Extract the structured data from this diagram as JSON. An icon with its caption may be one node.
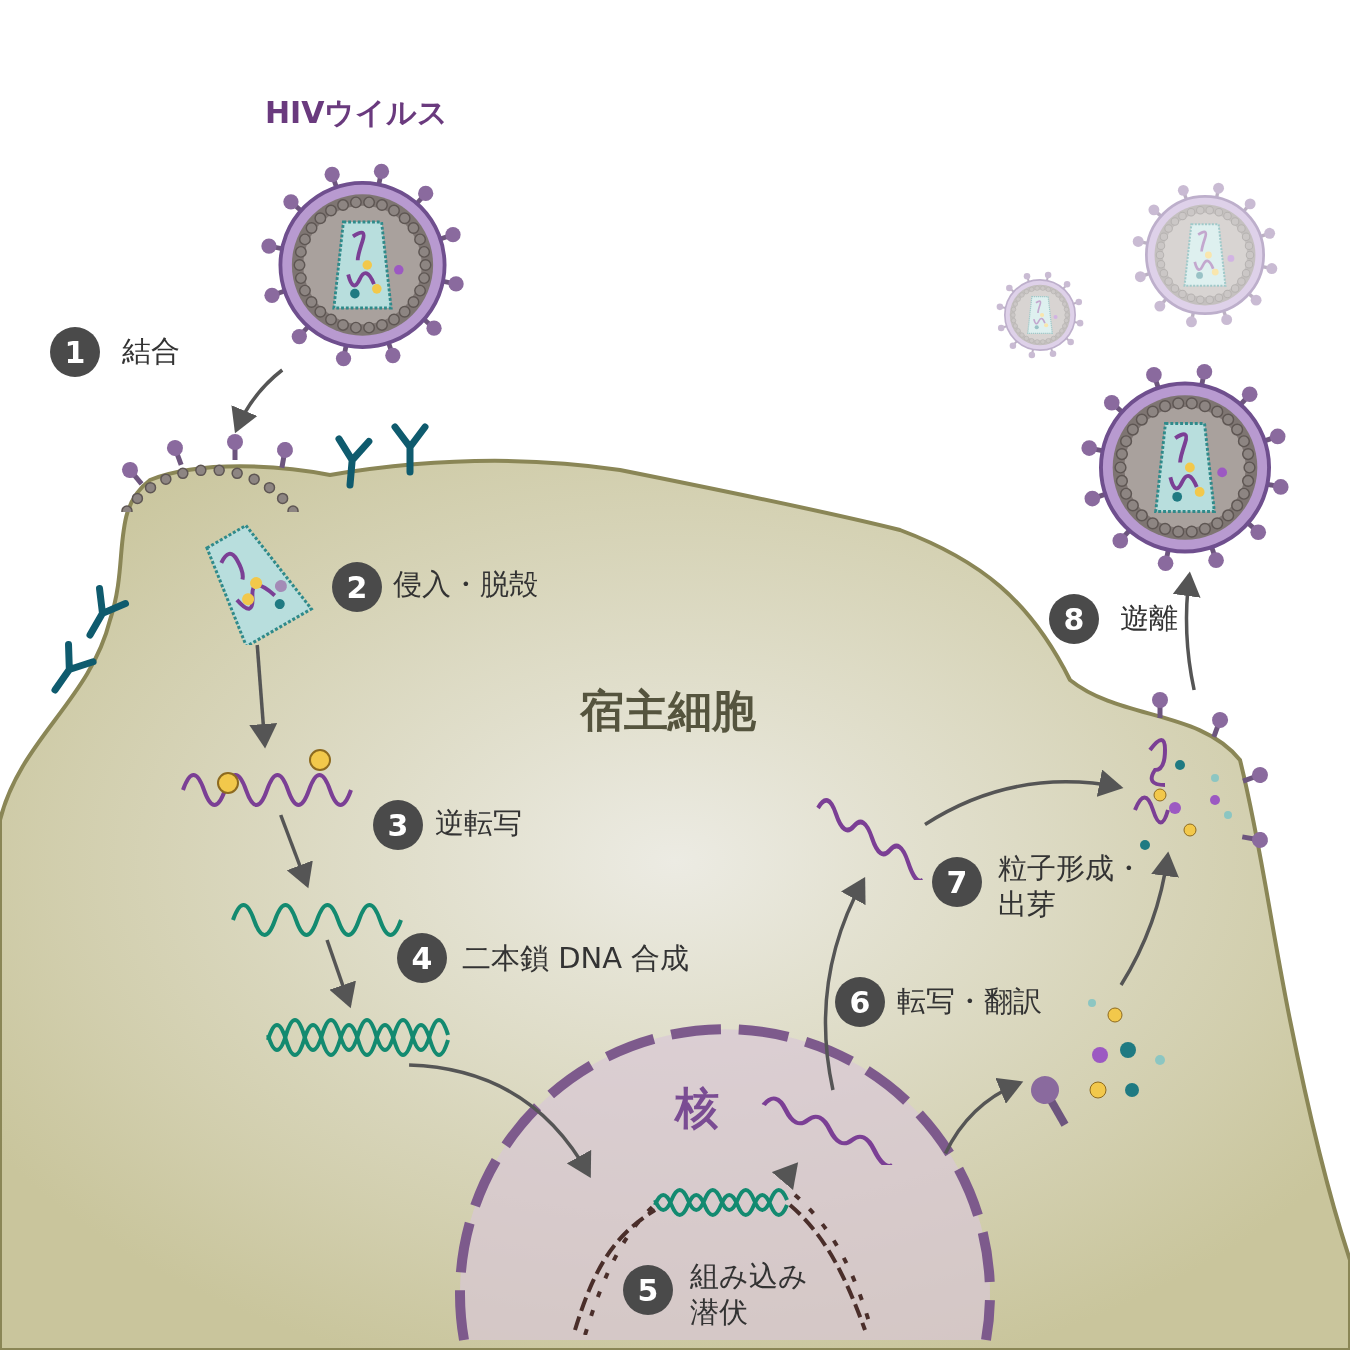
{
  "diagram": {
    "nodes": [
      {
        "text": [],
        "shape": "picture",
        "beside": [
          "HIVウイルス"
        ]
      },
      {
        "text": [
          "宿主細胞"
        ]
      },
      {
        "text": [],
        "shape": "picture",
        "in": 1
      },
      {
        "text": [],
        "shape": "picture",
        "in": 1
      },
      {
        "text": [],
        "shape": "picture",
        "in": 1
      },
      {
        "text": [],
        "shape": "picture",
        "in": 1
      },
      {
        "text": [],
        "shape": "picture",
        "in": 1
      },
      {
        "text": [
          "核"
        ],
        "in": 1
      },
      {
        "text": [],
        "shape": "picture",
        "in": 7
      },
      {
        "text": [],
        "shape": "picture",
        "in": 7
      },
      {
        "text": [],
        "shape": "picture",
        "in": 1
      },
      {
        "text": [],
        "shape": "picture",
        "in": 1
      },
      {
        "text": [],
        "shape": "picture",
        "in": 1
      },
      {
        "text": [],
        "shape": "picture"
      },
      {
        "text": [],
        "shape": "picture"
      },
      {
        "text": [],
        "shape": "picture"
      }
    ],
    "edges": [
      {
        "from": 0,
        "to": 2,
        "arrow": "to"
      },
      {
        "from": 3,
        "to": 4,
        "arrow": "to"
      },
      {
        "from": 4,
        "to": 5,
        "arrow": "to"
      },
      {
        "from": 5,
        "to": 6,
        "arrow": "to"
      },
      {
        "from": 6,
        "to": 8,
        "arrow": "to"
      },
      {
        "from": 8,
        "to": 9,
        "arrow": "to"
      },
      {
        "from": 9,
        "to": 10,
        "arrow": "to"
      },
      {
        "from": 10,
        "to": 12,
        "arrow": "to"
      },
      {
        "from": 7,
        "to": 11,
        "arrow": "to"
      },
      {
        "from": 11,
        "to": 12,
        "arrow": "to"
      },
      {
        "from": 12,
        "to": 13,
        "arrow": "to"
      }
    ],
    "labels": [
      "1",
      "結合",
      "2",
      "侵入・脱殻",
      "3",
      "逆転写",
      "4",
      "二本鎖 DNA 合成",
      "7",
      "粒子形成・出芽",
      "6",
      "転写・翻訳",
      "5",
      "組み込み潜伏",
      "8",
      "遊離"
    ]
  }
}
